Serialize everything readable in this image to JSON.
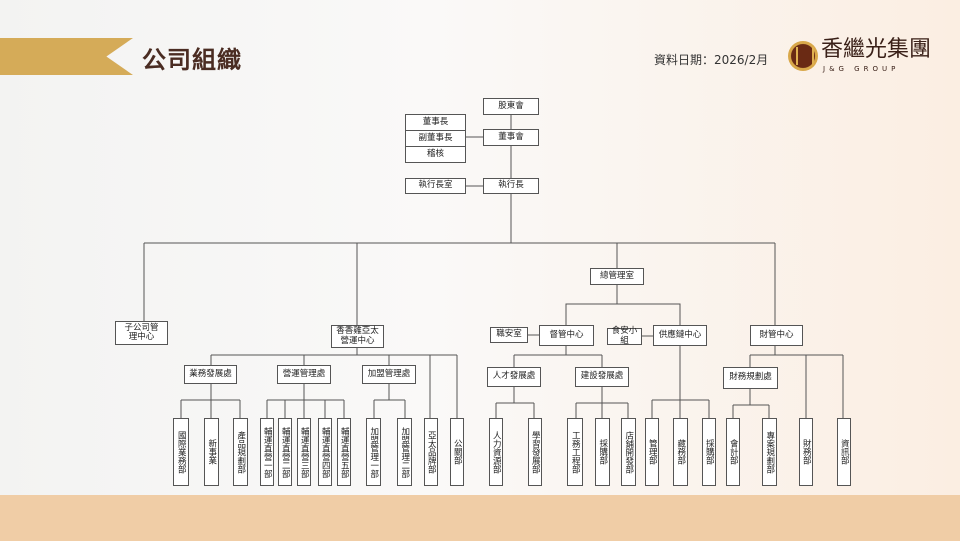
{
  "header": {
    "title": "公司組織",
    "date_label": "資料日期：2026/2月",
    "brand_name": "香繼光集團",
    "brand_sub": "J&G GROUP"
  },
  "org": {
    "shareholders": "股東會",
    "chairman": "董事長",
    "vice_chairman": "副董事長",
    "audit": "稽核",
    "board": "董事會",
    "ceo_office": "執行長室",
    "ceo": "執行長",
    "general_mgmt": "總管理室",
    "subsidiary": "子公司管理中心",
    "apac": "香香雞亞太營運中心",
    "safety": "職安室",
    "supervision": "督管中心",
    "food_safety": "食安小組",
    "supply_chain": "供應鏈中心",
    "finance_center": "財管中心",
    "biz_dev": "業務發展處",
    "ops_mgmt": "營運管理處",
    "franchise_mgmt": "加盟管理處",
    "apac_brand": "亞太品牌部",
    "pr": "公關部",
    "intl_biz": "國際業務部",
    "new_biz": "新事業",
    "product_plan": "產品規劃部",
    "ops1": "輔運直營一部",
    "ops2": "輔運直營二部",
    "ops3": "輔運直營三部",
    "ops4": "輔運直營四部",
    "ops5": "輔運直營五部",
    "fr1": "加盟管理一部",
    "fr2": "加盟管理二部",
    "talent": "人才發展處",
    "construction": "建設發展處",
    "hr": "人力資源部",
    "learning": "學習發展部",
    "engineering": "工務工程部",
    "purchasing1": "採購部",
    "store_dev": "店鋪開發部",
    "mgmt": "管理部",
    "warehouse": "藏務部",
    "purchasing2": "採購部",
    "fin_plan": "財務規劃處",
    "accounting": "會計部",
    "project_plan": "專案規劃部",
    "finance": "財務部",
    "it": "資訊部"
  }
}
